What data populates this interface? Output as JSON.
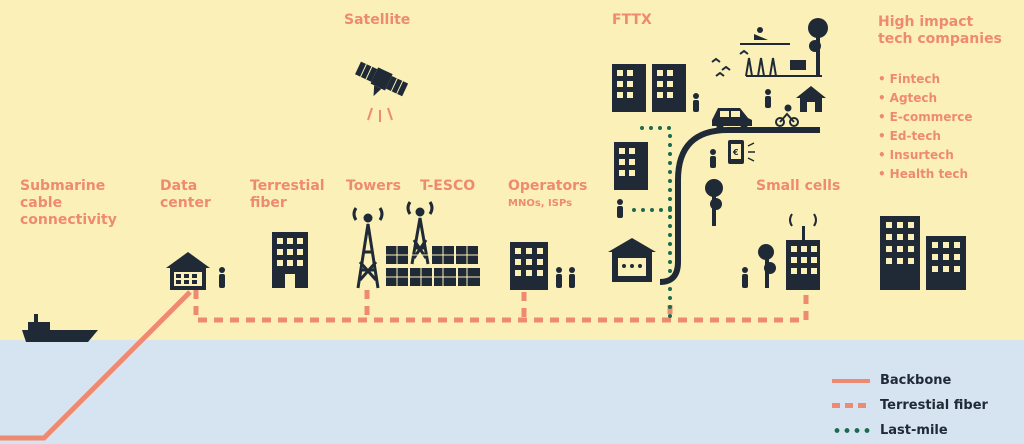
{
  "labels": {
    "satellite": "Satellite",
    "fttx": "FTTX",
    "high_impact": "High impact\ntech companies",
    "submarine": "Submarine\ncable\nconnectivity",
    "data_center": "Data\ncenter",
    "terrestial_fiber": "Terrestial\nfiber",
    "towers": "Towers",
    "tesco": "T-ESCO",
    "operators": "Operators",
    "operators_sub": "MNOs, ISPs",
    "small_cells": "Small cells"
  },
  "tech_list": [
    "Fintech",
    "Agtech",
    "E-commerce",
    "Ed-tech",
    "Insurtech",
    "Health tech"
  ],
  "legend": [
    {
      "label": "Backbone",
      "style": "solid",
      "color": "#ef8a72"
    },
    {
      "label": "Terrestial fiber",
      "style": "dashed",
      "color": "#ef8a72"
    },
    {
      "label": "Last-mile",
      "style": "dotted",
      "color": "#1b6b4f"
    }
  ],
  "colors": {
    "accent": "#ef8a72",
    "dark": "#1f2a36",
    "green": "#1b6b4f",
    "land": "#fbf0b7",
    "sea": "#d6e4f1"
  }
}
